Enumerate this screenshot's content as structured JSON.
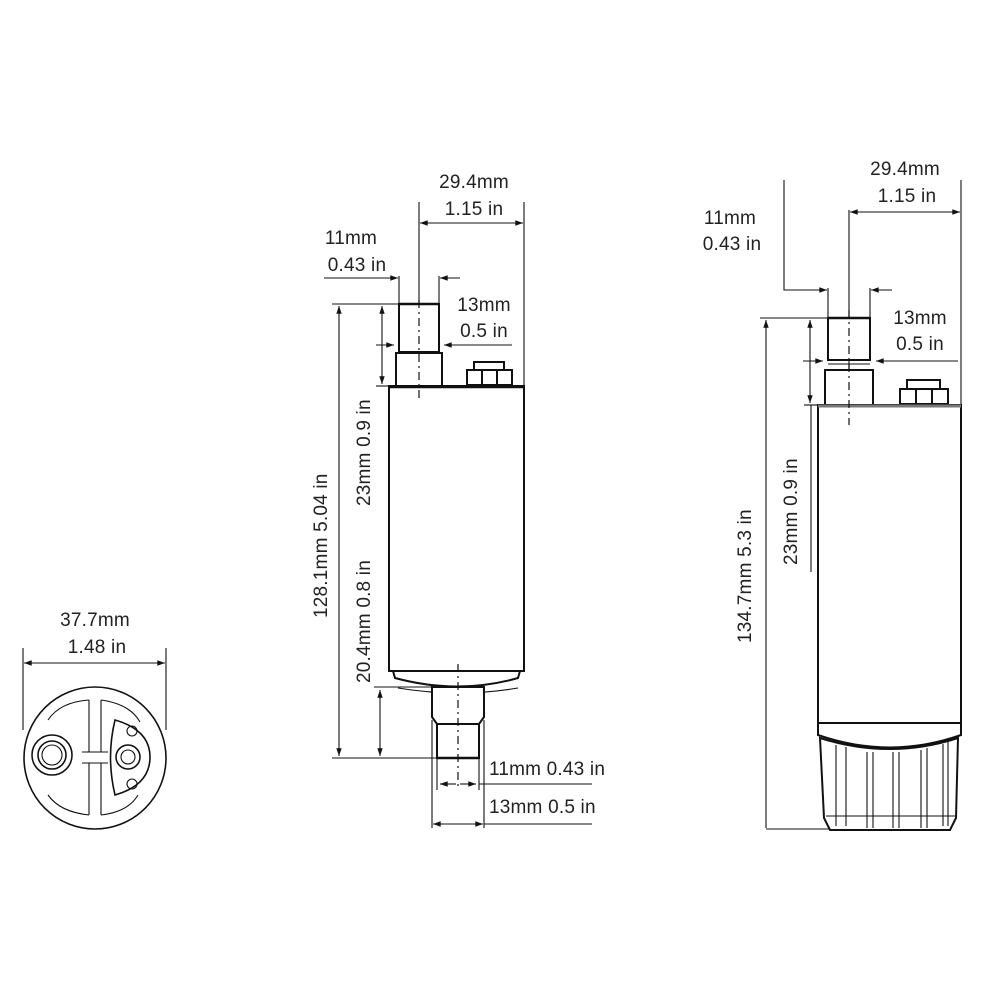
{
  "bottom_view": {
    "diameter_mm": "37.7mm",
    "diameter_in": "1.48 in"
  },
  "side_view_1": {
    "width_mm": "29.4mm",
    "width_in": "1.15 in",
    "outlet_inner_mm": "11mm",
    "outlet_inner_in": "0.43 in",
    "outlet_outer_mm": "13mm",
    "outlet_outer_in": "0.5 in",
    "total_height": "128.1mm 5.04 in",
    "top_nozzle_height": "23mm  0.9 in",
    "bottom_nozzle_height": "20.4mm  0.8 in",
    "bottom_inner": "11mm 0.43 in",
    "bottom_outer": "13mm 0.5 in"
  },
  "side_view_2": {
    "width_mm": "29.4mm",
    "width_in": "1.15 in",
    "outlet_inner_mm": "11mm",
    "outlet_inner_in": "0.43 in",
    "outlet_outer_mm": "13mm",
    "outlet_outer_in": "0.5 in",
    "total_height": "134.7mm 5.3 in",
    "top_nozzle_height": "23mm  0.9 in"
  }
}
